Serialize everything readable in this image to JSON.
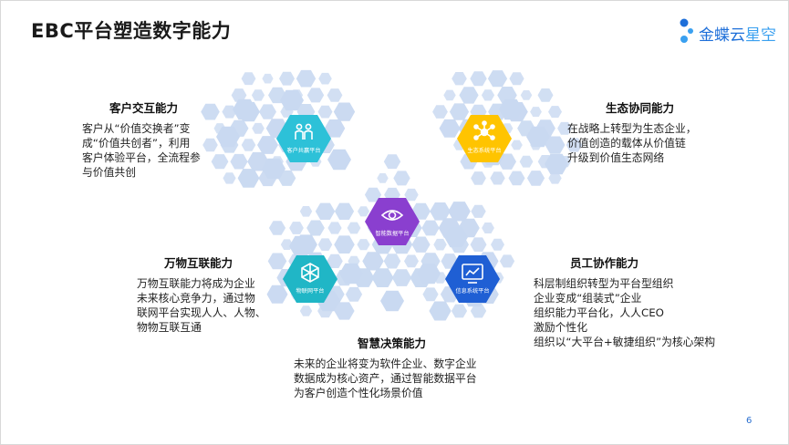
{
  "title": "EBC平台塑造数字能力",
  "logo": {
    "text_main": "金蝶云",
    "text_accent": "星空"
  },
  "hubs": [
    {
      "label": "客户共赢平台",
      "color": "#2dc1d8",
      "icon": "people-icon"
    },
    {
      "label": "生态系统平台",
      "color": "#ffc400",
      "icon": "network-icon"
    },
    {
      "label": "智能数据平台",
      "color": "#8a3fcf",
      "icon": "eye-icon"
    },
    {
      "label": "物联网平台",
      "color": "#20b6c6",
      "icon": "cube-icon"
    },
    {
      "label": "信息系统平台",
      "color": "#1f5fd4",
      "icon": "chart-icon"
    }
  ],
  "blocks": {
    "customer": {
      "head": "客户交互能力",
      "body": "客户从“价值交换者”变\n成“价值共创者”，利用\n客户体验平台，全流程参\n与价值共创"
    },
    "eco": {
      "head": "生态协同能力",
      "body": "在战略上转型为生态企业，\n价值创造的载体从价值链\n升级到价值生态网络"
    },
    "iot": {
      "head": "万物互联能力",
      "body": "万物互联能力将成为企业\n未来核心竞争力，通过物\n联网平台实现人人、人物、\n物物互联互通"
    },
    "staff": {
      "head": "员工协作能力",
      "body": "科层制组织转型为平台型组织\n企业变成“组装式”企业\n组织能力平台化，人人CEO\n激励个性化\n组织以“大平台+敏捷组织”为核心架构"
    },
    "decision": {
      "head": "智慧决策能力",
      "body": "未来的企业将变为软件企业、数字企业\n数据成为核心资产，通过智能数据平台\n为客户创造个性化场景价值"
    }
  },
  "page_number": "6",
  "colors": {
    "hex_fill": "#c9d9f1",
    "accent_blue": "#1e6fd9"
  }
}
